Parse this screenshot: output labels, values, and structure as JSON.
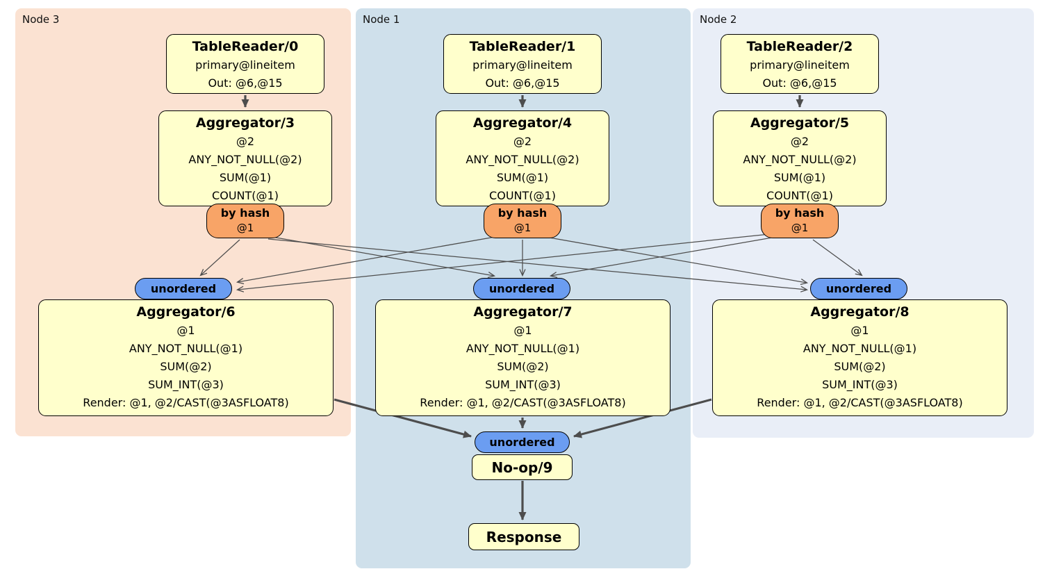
{
  "diagram": {
    "panels": [
      {
        "id": "node3",
        "label": "Node 3"
      },
      {
        "id": "node1",
        "label": "Node 1"
      },
      {
        "id": "node2",
        "label": "Node 2"
      }
    ],
    "nodes": {
      "tr0": {
        "title": "TableReader/0",
        "lines": [
          "primary@lineitem",
          "Out: @6,@15"
        ]
      },
      "tr1": {
        "title": "TableReader/1",
        "lines": [
          "primary@lineitem",
          "Out: @6,@15"
        ]
      },
      "tr2": {
        "title": "TableReader/2",
        "lines": [
          "primary@lineitem",
          "Out: @6,@15"
        ]
      },
      "agg3": {
        "title": "Aggregator/3",
        "lines": [
          "@2",
          "ANY_NOT_NULL(@2)",
          "SUM(@1)",
          "COUNT(@1)"
        ]
      },
      "agg4": {
        "title": "Aggregator/4",
        "lines": [
          "@2",
          "ANY_NOT_NULL(@2)",
          "SUM(@1)",
          "COUNT(@1)"
        ]
      },
      "agg5": {
        "title": "Aggregator/5",
        "lines": [
          "@2",
          "ANY_NOT_NULL(@2)",
          "SUM(@1)",
          "COUNT(@1)"
        ]
      },
      "bh3": {
        "title": "by hash",
        "sub": "@1"
      },
      "bh4": {
        "title": "by hash",
        "sub": "@1"
      },
      "bh5": {
        "title": "by hash",
        "sub": "@1"
      },
      "u6": {
        "title": "unordered"
      },
      "u7": {
        "title": "unordered"
      },
      "u8": {
        "title": "unordered"
      },
      "agg6": {
        "title": "Aggregator/6",
        "lines": [
          "@1",
          "ANY_NOT_NULL(@1)",
          "SUM(@2)",
          "SUM_INT(@3)",
          "Render: @1, @2/CAST(@3ASFLOAT8)"
        ]
      },
      "agg7": {
        "title": "Aggregator/7",
        "lines": [
          "@1",
          "ANY_NOT_NULL(@1)",
          "SUM(@2)",
          "SUM_INT(@3)",
          "Render: @1, @2/CAST(@3ASFLOAT8)"
        ]
      },
      "agg8": {
        "title": "Aggregator/8",
        "lines": [
          "@1",
          "ANY_NOT_NULL(@1)",
          "SUM(@2)",
          "SUM_INT(@3)",
          "Render: @1, @2/CAST(@3ASFLOAT8)"
        ]
      },
      "uc": {
        "title": "unordered"
      },
      "noop": {
        "title": "No-op/9"
      },
      "resp": {
        "title": "Response"
      }
    },
    "edges": [
      {
        "from": "tr0",
        "to": "agg3",
        "style": "thick"
      },
      {
        "from": "tr1",
        "to": "agg4",
        "style": "thick"
      },
      {
        "from": "tr2",
        "to": "agg5",
        "style": "thick"
      },
      {
        "from": "bh3",
        "to": "u6",
        "style": "thin"
      },
      {
        "from": "bh3",
        "to": "u7",
        "style": "thin"
      },
      {
        "from": "bh3",
        "to": "u8",
        "style": "thin"
      },
      {
        "from": "bh4",
        "to": "u6",
        "style": "thin"
      },
      {
        "from": "bh4",
        "to": "u7",
        "style": "thin"
      },
      {
        "from": "bh4",
        "to": "u8",
        "style": "thin"
      },
      {
        "from": "bh5",
        "to": "u6",
        "style": "thin"
      },
      {
        "from": "bh5",
        "to": "u7",
        "style": "thin"
      },
      {
        "from": "bh5",
        "to": "u8",
        "style": "thin"
      },
      {
        "from": "agg6",
        "to": "uc",
        "style": "thick"
      },
      {
        "from": "agg7",
        "to": "uc",
        "style": "thick"
      },
      {
        "from": "agg8",
        "to": "uc",
        "style": "thick"
      },
      {
        "from": "noop",
        "to": "resp",
        "style": "thick"
      }
    ]
  },
  "colors": {
    "node3_bg": "#fbe2d2",
    "node1_bg": "#cfe0eb",
    "node2_bg": "#e9eef7",
    "box_bg": "#ffffcc",
    "hash_badge_bg": "#f8a467",
    "stream_badge_bg": "#6b9df1",
    "edge": "#4d4d4d"
  }
}
